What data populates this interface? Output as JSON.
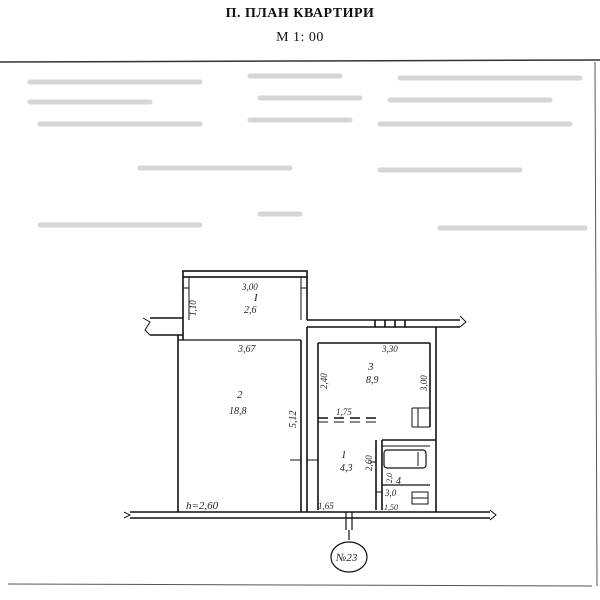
{
  "header": {
    "title": "П. ПЛАН КВАРТИРИ",
    "scale": "М 1:  00"
  },
  "rooms": [
    {
      "id": "I",
      "number": "I",
      "area": "2,6",
      "width": "3,00",
      "depth": "1,10"
    },
    {
      "id": "2",
      "number": "2",
      "area": "18,8",
      "dim_a": "3,67",
      "dim_b": "5,12"
    },
    {
      "id": "3",
      "number": "3",
      "area": "8,9",
      "width": "3,30",
      "dim_a": "2,40",
      "dim_b": "3,00"
    },
    {
      "id": "1",
      "number": "1",
      "area": "4,3",
      "dim_a": "1,75",
      "dim_b": "2,60"
    },
    {
      "id": "4",
      "number": "4",
      "area": "3,0",
      "dim_a": "2,0",
      "dim_b": "1,50"
    }
  ],
  "labels": {
    "ceiling_height": "h=2,60",
    "corridor_width": "1,65",
    "apartment_no": "№23"
  },
  "colors": {
    "line": "#111111",
    "paper": "#ffffff",
    "faint": "#c8c8c8"
  }
}
